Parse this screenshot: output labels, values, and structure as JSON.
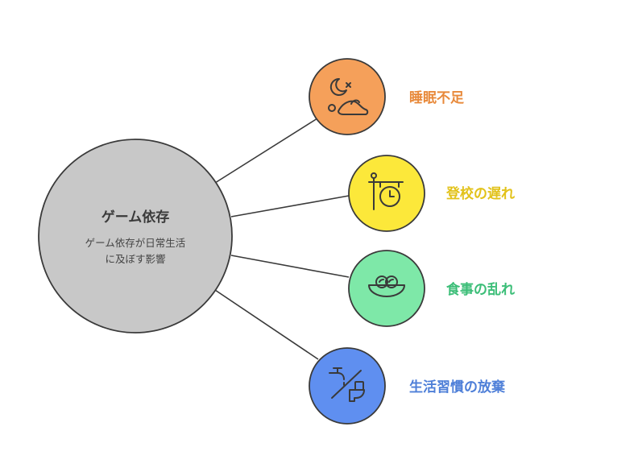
{
  "center": {
    "title": "ゲーム依存",
    "subtitle_line1": "ゲーム依存が日常生活",
    "subtitle_line2": "に及ぼす影響"
  },
  "branches": [
    {
      "label": "睡眠不足",
      "icon": "sleep-icon",
      "fill": "#F5A05A",
      "label_color": "#E8893A"
    },
    {
      "label": "登校の遅れ",
      "icon": "clock-sign-icon",
      "fill": "#FCE83A",
      "label_color": "#E2C21A"
    },
    {
      "label": "食事の乱れ",
      "icon": "food-bowl-icon",
      "fill": "#7EE8A8",
      "label_color": "#3CBE78"
    },
    {
      "label": "生活習慣の放棄",
      "icon": "faucet-toilet-icon",
      "fill": "#5F8FF0",
      "label_color": "#4E7FD8"
    }
  ],
  "colors": {
    "center_fill": "#C8C8C8",
    "stroke": "#3A3A3A"
  }
}
